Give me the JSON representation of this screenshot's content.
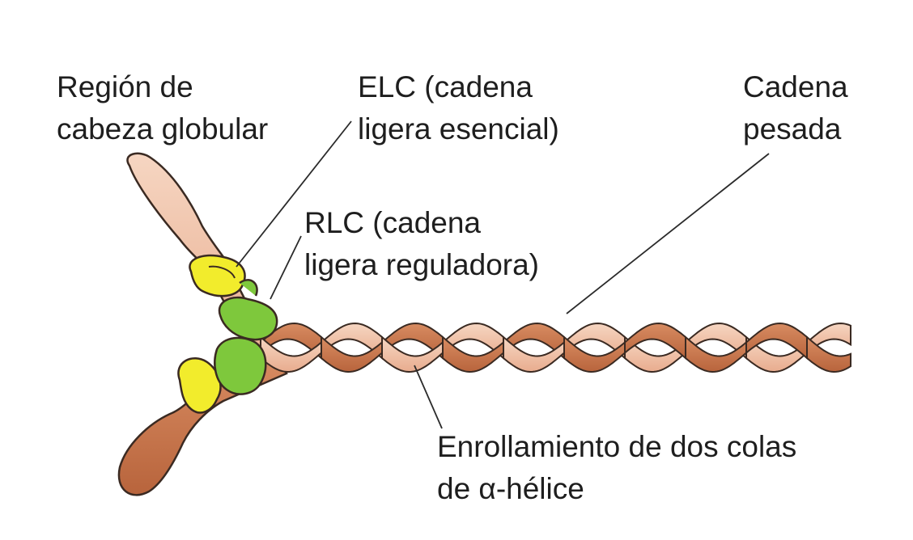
{
  "labels": {
    "head_region": {
      "line1": "Región de",
      "line2": "cabeza globular"
    },
    "elc": {
      "line1": "ELC (cadena",
      "line2": "ligera esencial)"
    },
    "heavy_chain": {
      "line1": "Cadena",
      "line2": "pesada"
    },
    "rlc": {
      "line1": "RLC (cadena",
      "line2": "ligera reguladora)"
    },
    "coiled_coil": {
      "line1": "Enrollamiento de dos colas",
      "line2": "de α-hélice"
    }
  },
  "colors": {
    "light_strand": "#f0c0a4",
    "dark_strand": "#c8784c",
    "head_light": "#f1c8b0",
    "head_dark": "#cc7a52",
    "elc": "#f2ec2c",
    "rlc": "#7ec83c",
    "outline": "#3a2a22"
  }
}
